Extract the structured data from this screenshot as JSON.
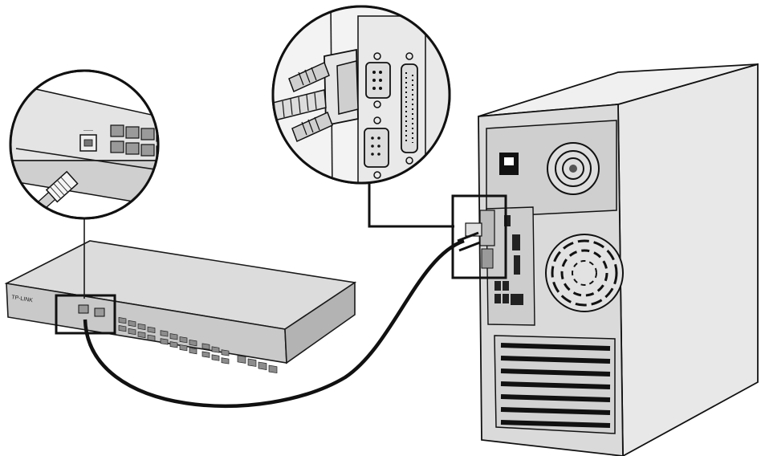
{
  "diagram": {
    "switch_brand": "TP-LINK",
    "colors": {
      "line": "#1a1a1a",
      "body_light": "#e6e6e6",
      "body_mid": "#cfcfcf",
      "body_dark": "#a8a8a8",
      "callout_bg": "#ffffff"
    },
    "icons": [
      "switch-device",
      "console-port",
      "rj45-plug",
      "pc-tower",
      "serial-db9-port",
      "console-cable"
    ]
  }
}
